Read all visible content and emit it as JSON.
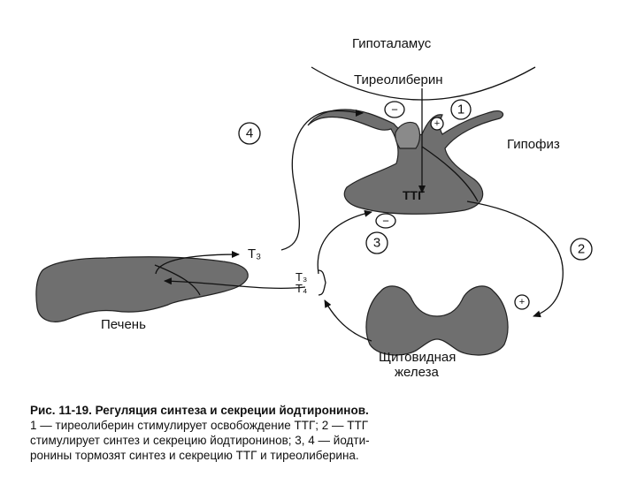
{
  "labels": {
    "hypothalamus": "Гипоталамус",
    "thyroliberin": "Тиреолиберин",
    "pituitary": "Гипофиз",
    "ttg": "ТТГ",
    "liver": "Печень",
    "thyroid_line1": "Щитовидная",
    "thyroid_line2": "железа",
    "t3": "T₃",
    "t3_pair": "T₃",
    "t4_pair": "T₄"
  },
  "markers": {
    "n1": "1",
    "n2": "2",
    "n3": "3",
    "n4": "4",
    "minus": "−",
    "plus": "+"
  },
  "caption": {
    "title": "Рис. 11-19. Регуляция синтеза и секреции йодтиронинов.",
    "line1": "1 — тиреолиберин стимулирует освобождение ТТГ; 2 — ТТГ",
    "line2": "стимулирует синтез и секрецию йодтиронинов; 3, 4 — йодти-",
    "line3": "ронины тормозят синтез и секрецию ТТГ и тиреолиберина."
  }
}
